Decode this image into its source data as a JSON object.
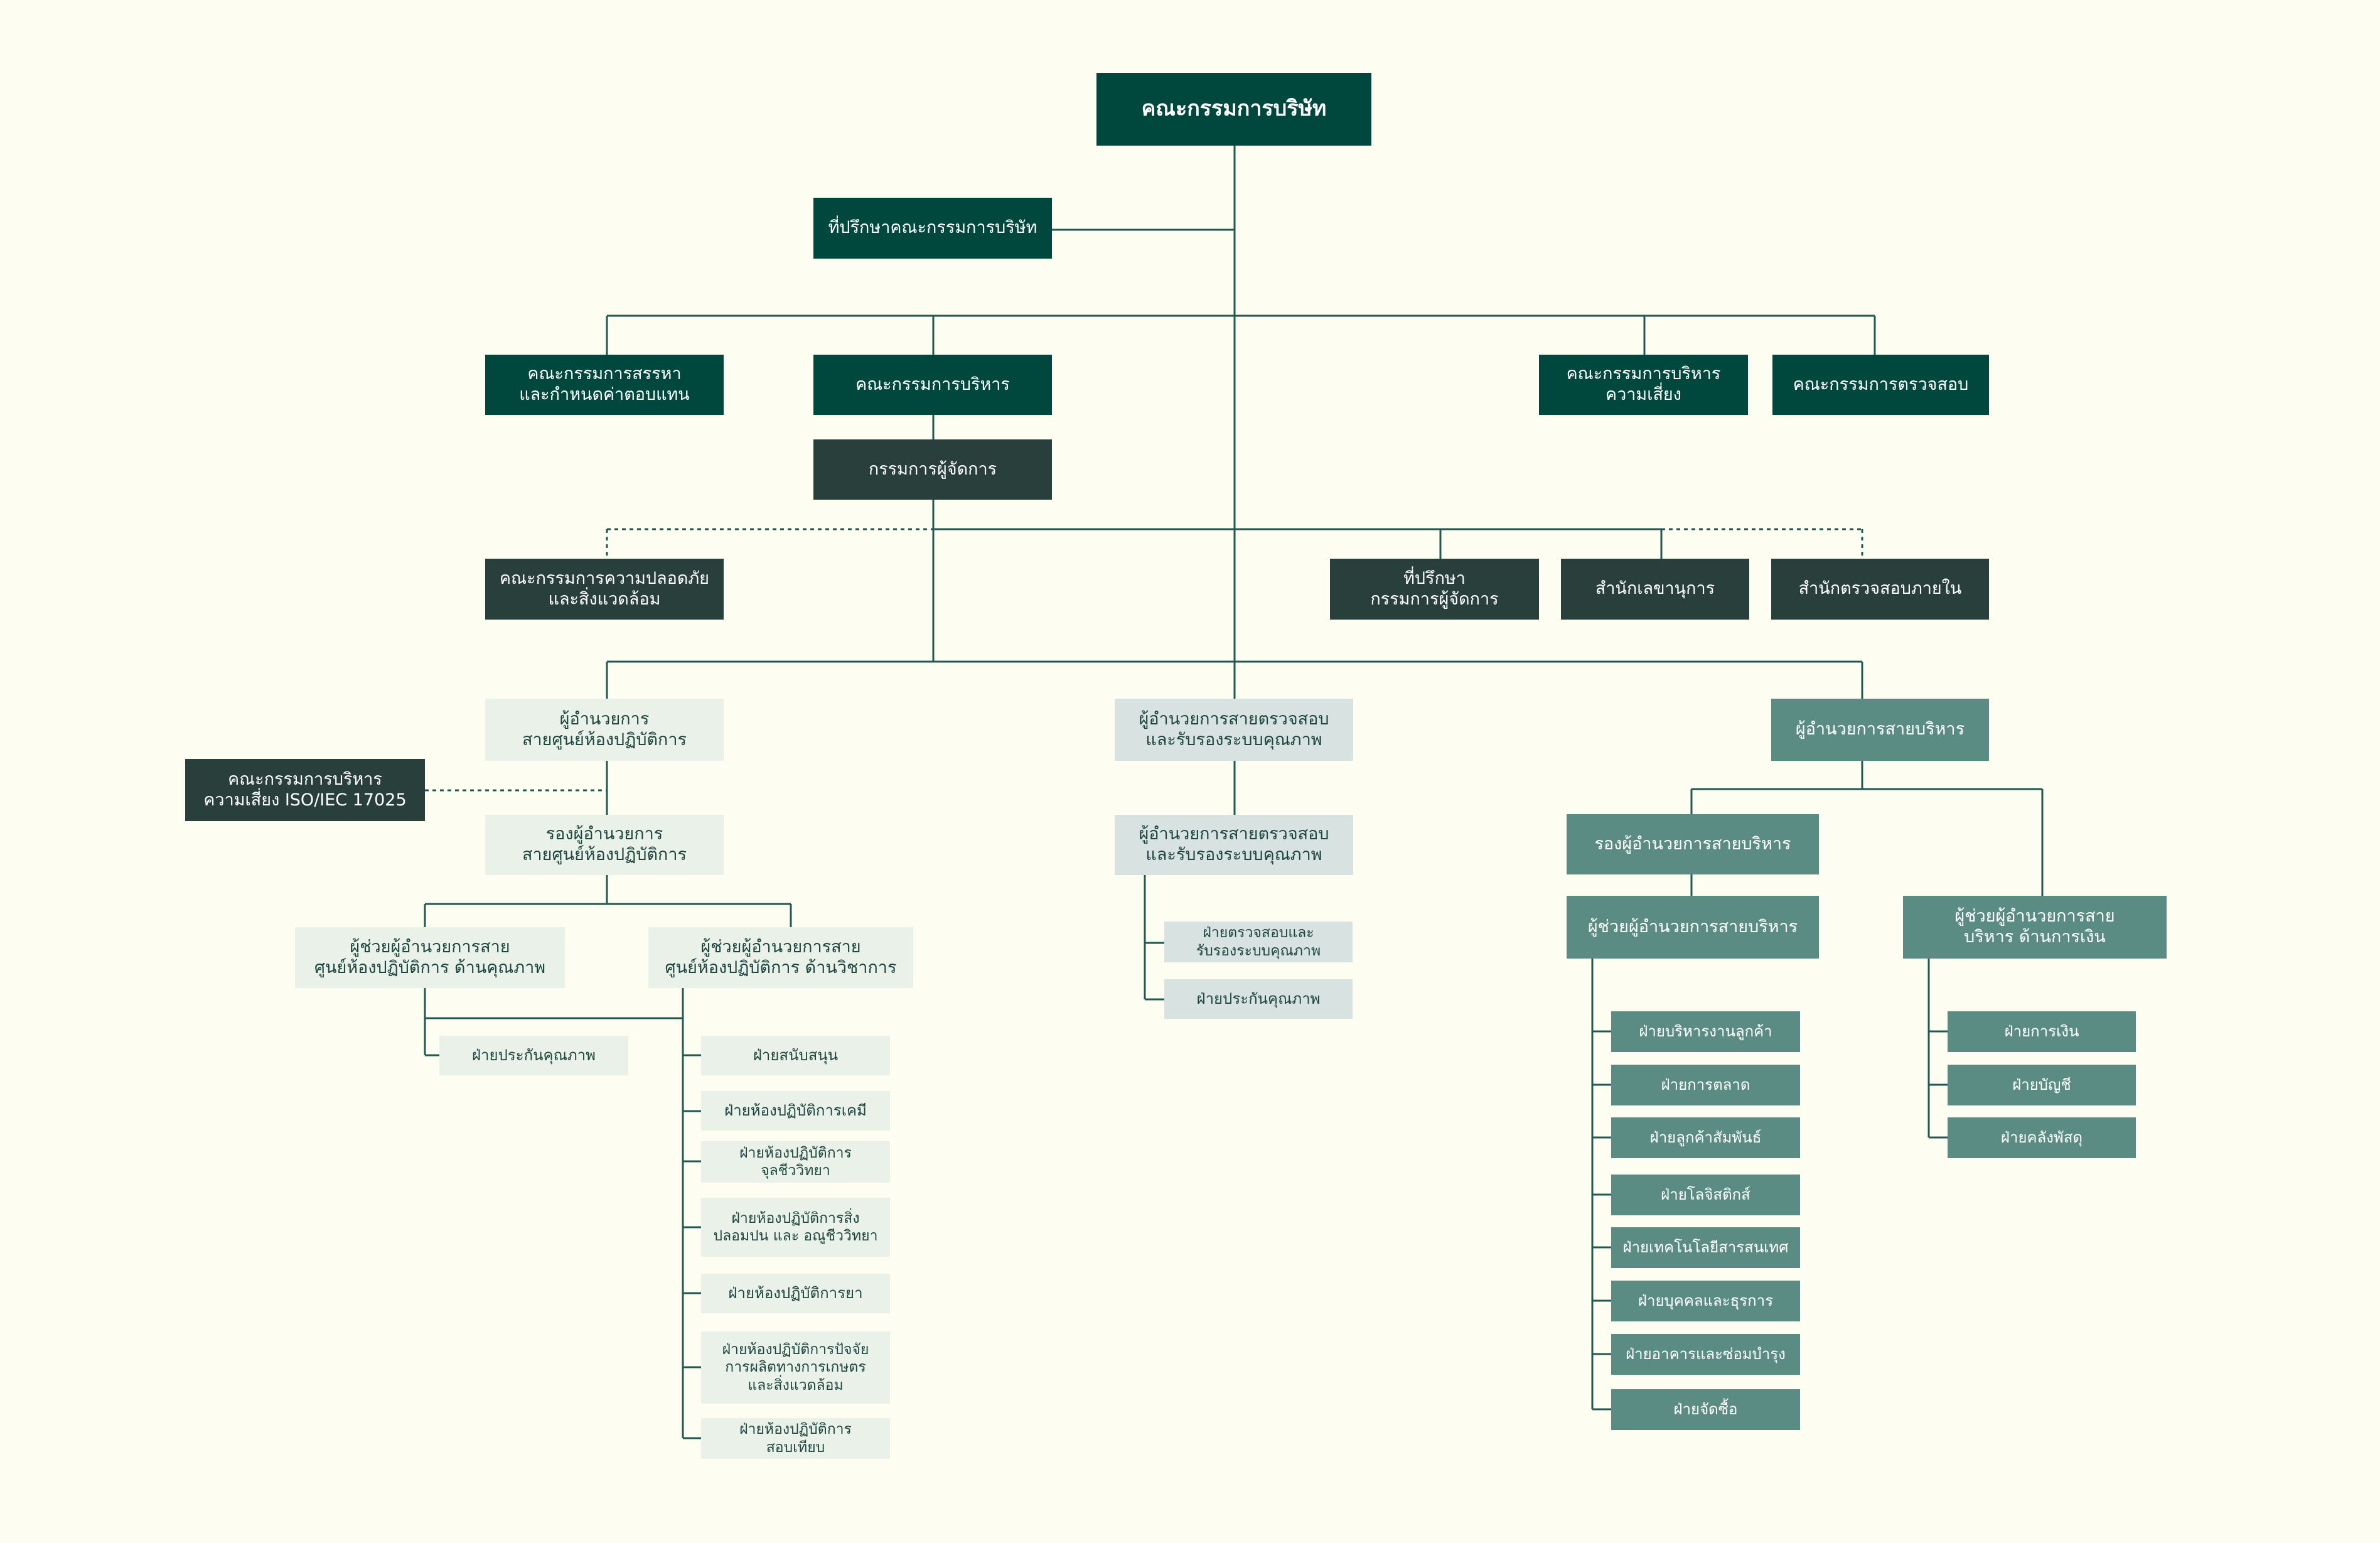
{
  "board": {
    "label": "คณะกรรมการบริษัท"
  },
  "board_advisor": {
    "label": "ที่ปรึกษาคณะกรรมการบริษัท"
  },
  "committees": {
    "nomination": {
      "line1": "คณะกรรมการสรรหา",
      "line2": "และกำหนดค่าตอบแทน"
    },
    "executive": {
      "label": "คณะกรรมการบริหาร"
    },
    "risk": {
      "line1": "คณะกรรมการบริหาร",
      "line2": "ความเสี่ยง"
    },
    "audit": {
      "label": "คณะกรรมการตรวจสอบ"
    }
  },
  "managing_director": {
    "label": "กรรมการผู้จัดการ"
  },
  "md_units": {
    "safety": {
      "line1": "คณะกรรมการความปลอดภัย",
      "line2": "และสิ่งแวดล้อม"
    },
    "md_advisor": {
      "line1": "ที่ปรึกษา",
      "line2": "กรรมการผู้จัดการ"
    },
    "secretary": {
      "label": "สำนักเลขานุการ"
    },
    "internal_audit": {
      "label": "สำนักตรวจสอบภายใน"
    }
  },
  "lab_branch": {
    "director": {
      "line1": "ผู้อำนวยการ",
      "line2": "สายศูนย์ห้องปฏิบัติการ"
    },
    "iso_committee": {
      "line1": "คณะกรรมการบริหาร",
      "line2": "ความเสี่ยง ISO/IEC 17025"
    },
    "deputy": {
      "line1": "รองผู้อำนวยการ",
      "line2": "สายศูนย์ห้องปฏิบัติการ"
    },
    "asst_quality": {
      "line1": "ผู้ช่วยผู้อำนวยการสาย",
      "line2": "ศูนย์ห้องปฏิบัติการ ด้านคุณภาพ"
    },
    "asst_technical": {
      "line1": "ผู้ช่วยผู้อำนวยการสาย",
      "line2": "ศูนย์ห้องปฏิบัติการ ด้านวิชาการ"
    },
    "qa_dept": {
      "label": "ฝ่ายประกันคุณภาพ"
    },
    "tech_depts": [
      {
        "line1": "ฝ่ายสนับสนุน",
        "line2": "",
        "line3": ""
      },
      {
        "line1": "ฝ่ายห้องปฏิบัติการเคมี",
        "line2": "",
        "line3": ""
      },
      {
        "line1": "ฝ่ายห้องปฏิบัติการ",
        "line2": "จุลชีววิทยา",
        "line3": ""
      },
      {
        "line1": "ฝ่ายห้องปฏิบัติการสิ่ง",
        "line2": "ปลอมปน และ อณูชีววิทยา",
        "line3": ""
      },
      {
        "line1": "ฝ่ายห้องปฏิบัติการยา",
        "line2": "",
        "line3": ""
      },
      {
        "line1": "ฝ่ายห้องปฏิบัติการปัจจัย",
        "line2": "การผลิตทางการเกษตร",
        "line3": "และสิ่งแวดล้อม"
      },
      {
        "line1": "ฝ่ายห้องปฏิบัติการ",
        "line2": "สอบเทียบ",
        "line3": ""
      }
    ]
  },
  "inspection_branch": {
    "director": {
      "line1": "ผู้อำนวยการสายตรวจสอบ",
      "line2": "และรับรองระบบคุณภาพ"
    },
    "deputy": {
      "line1": "ผู้อำนวยการสายตรวจสอบ",
      "line2": "และรับรองระบบคุณภาพ"
    },
    "depts": [
      {
        "line1": "ฝ่ายตรวจสอบและ",
        "line2": "รับรองระบบคุณภาพ"
      },
      {
        "line1": "ฝ่ายประกันคุณภาพ",
        "line2": ""
      }
    ]
  },
  "admin_branch": {
    "director": {
      "label": "ผู้อำนวยการสายบริหาร"
    },
    "deputy": {
      "label": "รองผู้อำนวยการสายบริหาร"
    },
    "assistant": {
      "label": "ผู้ช่วยผู้อำนวยการสายบริหาร"
    },
    "asst_finance": {
      "line1": "ผู้ช่วยผู้อำนวยการสาย",
      "line2": "บริหาร ด้านการเงิน"
    },
    "admin_depts": [
      "ฝ่ายบริหารงานลูกค้า",
      "ฝ่ายการตลาด",
      "ฝ่ายลูกค้าสัมพันธ์",
      "ฝ่ายโลจิสติกส์",
      "ฝ่ายเทคโนโลยีสารสนเทศ",
      "ฝ่ายบุคคลและธุรการ",
      "ฝ่ายอาคารและซ่อมบำรุง",
      "ฝ่ายจัดซื้อ"
    ],
    "finance_depts": [
      "ฝ่ายการเงิน",
      "ฝ่ายบัญชี",
      "ฝ่ายคลังพัสดุ"
    ]
  },
  "colors": {
    "background": "#fdfdf1",
    "dark_green": "#00483d",
    "dark_gray": "#283f3b",
    "teal": "#5a8c84",
    "light_blue": "#d8e3e1",
    "light_mint": "#eaf1e9",
    "line": "#1f5a52"
  }
}
